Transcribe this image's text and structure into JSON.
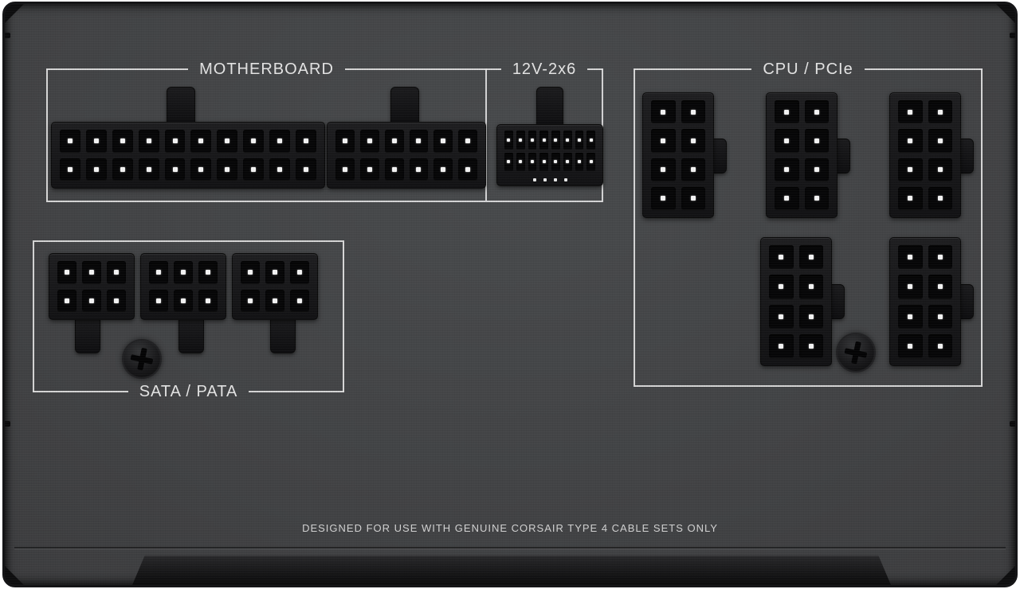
{
  "device": {
    "kind": "psu-modular-cable-panel",
    "sections": {
      "motherboard": {
        "label": "MOTHERBOARD"
      },
      "hpwr": {
        "label": "12V-2x6"
      },
      "cpu_pcie": {
        "label": "CPU / PCIe"
      },
      "sata_pata": {
        "label": "SATA / PATA"
      }
    },
    "footer_note": "DESIGNED FOR USE WITH GENUINE CORSAIR TYPE 4 CABLE SETS ONLY",
    "colors": {
      "body": "#3f4042",
      "connector_body": "#1b1b1d",
      "socket": "#060607",
      "pin_contact": "#f4f4f4",
      "outline": "#e2e2e2",
      "text": "#e4e4e4"
    }
  },
  "connectors": {
    "motherboard": [
      {
        "id": "motherboard-wide",
        "rows": 2,
        "cols": 10
      },
      {
        "id": "motherboard-narrow",
        "rows": 2,
        "cols": 6
      }
    ],
    "hpwr": [
      {
        "id": "12v-2x6",
        "rows": 2,
        "cols": 8,
        "sense_pins": 4
      }
    ],
    "cpu_pcie": [
      {
        "id": "pcie-cpu-1",
        "rows": 4,
        "cols": 2
      },
      {
        "id": "pcie-cpu-2",
        "rows": 4,
        "cols": 2
      },
      {
        "id": "pcie-cpu-3",
        "rows": 4,
        "cols": 2
      },
      {
        "id": "pcie-cpu-4",
        "rows": 4,
        "cols": 2
      },
      {
        "id": "pcie-cpu-5",
        "rows": 4,
        "cols": 2
      }
    ],
    "sata_pata": [
      {
        "id": "sata-pata-1",
        "rows": 2,
        "cols": 3
      },
      {
        "id": "sata-pata-2",
        "rows": 2,
        "cols": 3
      },
      {
        "id": "sata-pata-3",
        "rows": 2,
        "cols": 3
      }
    ]
  }
}
